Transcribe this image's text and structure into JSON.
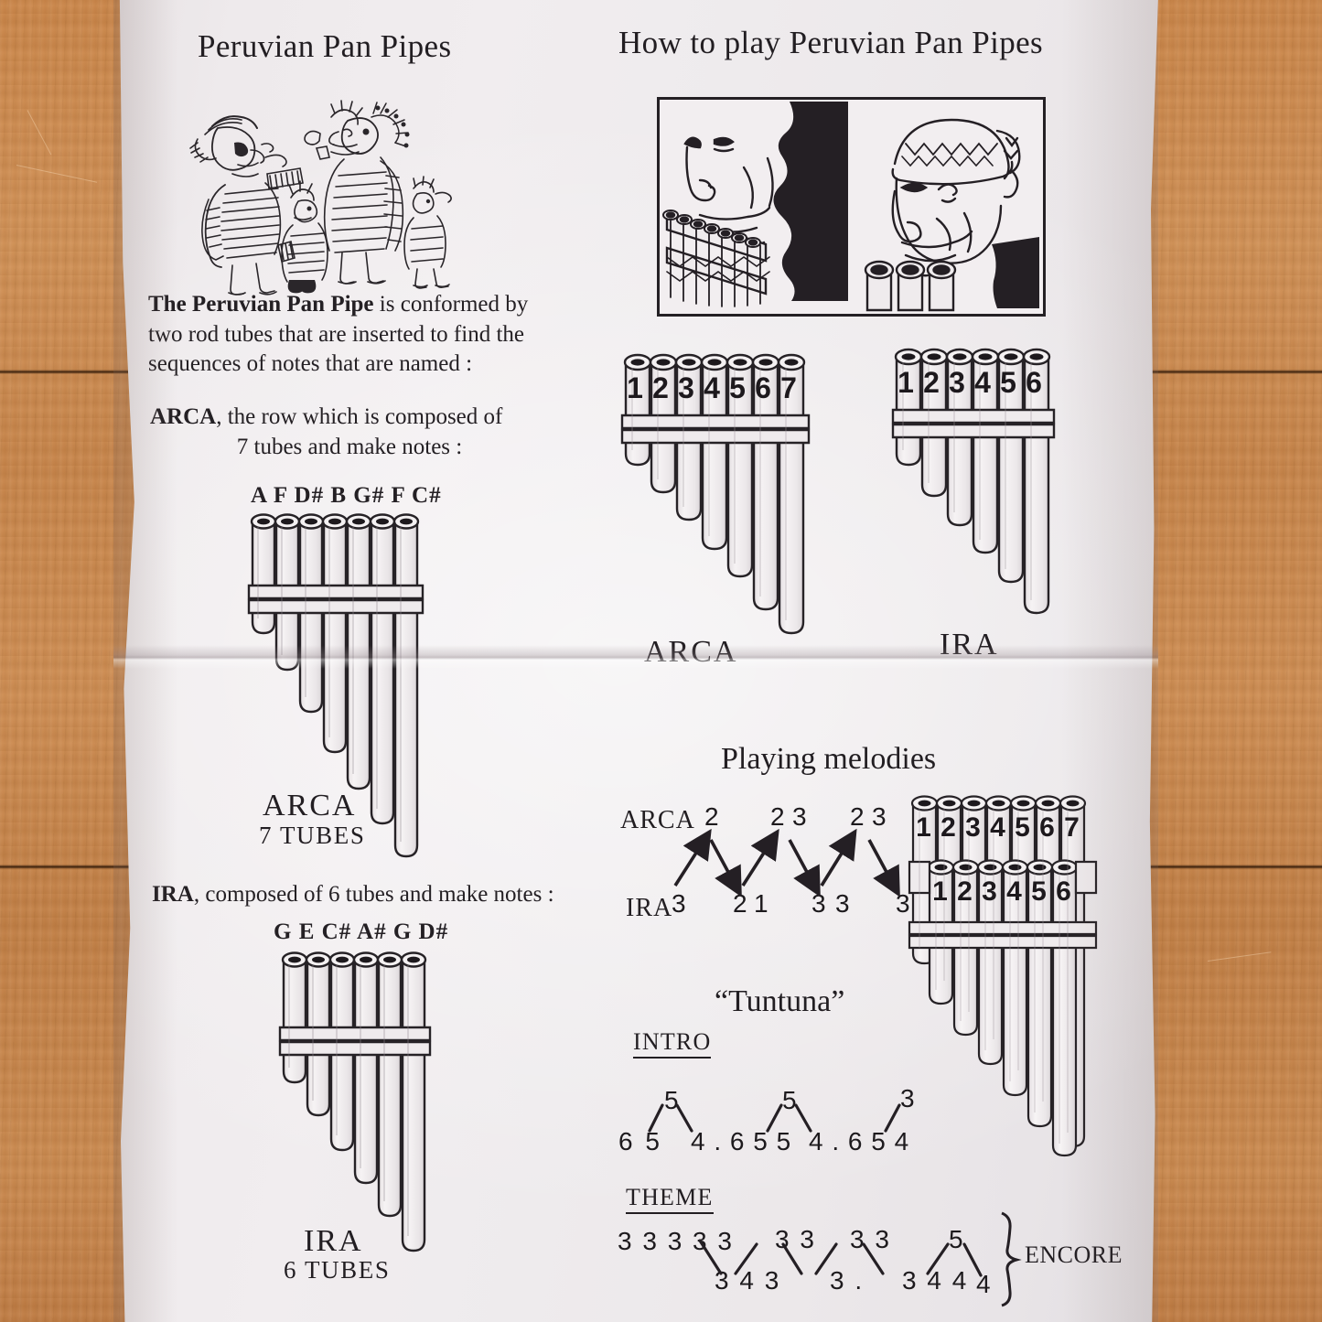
{
  "document": {
    "kind": "instruction-leaflet",
    "background": "wooden-table",
    "paper_color": "#eeeaec",
    "ink_color": "#221e22"
  },
  "left_column": {
    "title": "Peruvian Pan Pipes",
    "illustration_name": "inca-musicians-illustration",
    "paragraph1_lead": "The Peruvian Pan Pipe",
    "paragraph1_rest": " is conformed by",
    "paragraph1_line2": "two rod tubes that are inserted to find the",
    "paragraph1_line3": "sequences of notes that are named :",
    "paragraph2_lead": "ARCA",
    "paragraph2_rest": ", the row which is composed of",
    "paragraph2_line2": "7 tubes and make notes :",
    "arca_notes": "A  F  D#  B  G#  F  C#",
    "arca_caption": "ARCA",
    "arca_subcaption": "7 TUBES",
    "paragraph3_lead": "IRA",
    "paragraph3_rest": ", composed of  6 tubes and make notes :",
    "ira_notes": "G   E   C#  A#  G  D#",
    "ira_caption": "IRA",
    "ira_subcaption": "6 TUBES"
  },
  "right_column": {
    "title": "How to play Peruvian Pan Pipes",
    "howto_panels": [
      {
        "name": "side-view-mouth-on-pipes",
        "caption": ""
      },
      {
        "name": "front-view-player-with-hat",
        "caption": ""
      }
    ],
    "arca_pipe": {
      "caption": "ARCA",
      "numbers": [
        "1",
        "2",
        "3",
        "4",
        "5",
        "6",
        "7"
      ]
    },
    "ira_pipe": {
      "caption": "IRA",
      "numbers": [
        "1",
        "2",
        "3",
        "4",
        "5",
        "6"
      ]
    },
    "melodies": {
      "heading": "Playing melodies",
      "arca_label": "ARCA",
      "ira_label": "IRA",
      "arca_sequence": [
        "2",
        "2",
        "3",
        "2",
        "3"
      ],
      "ira_sequence": [
        "3",
        "2",
        "1",
        "3",
        "3",
        "3"
      ],
      "double_pipe": {
        "top_numbers": [
          "1",
          "2",
          "3",
          "4",
          "5",
          "6",
          "7"
        ],
        "bottom_numbers": [
          "1",
          "2",
          "3",
          "4",
          "5",
          "6"
        ]
      }
    },
    "tuntuna": {
      "title": "“Tuntuna”",
      "intro_heading": "INTRO",
      "intro_low_1": "6 5",
      "intro_peak_1": "5",
      "intro_low_2": "4 . 6 5 5",
      "intro_peak_2": "5",
      "intro_low_3": "4 . 6 5 4",
      "intro_peak_3": "3",
      "theme_heading": "THEME",
      "theme_start": "3 3 3 3 3",
      "theme_low_1": "3 4 3",
      "theme_peak_1": "3 3",
      "theme_low_2": "3 .",
      "theme_peak_2": "3 3",
      "theme_low_3": "3 4 4",
      "theme_peak_3": "5",
      "theme_low_4": "4",
      "encore_label": "ENCORE"
    }
  }
}
